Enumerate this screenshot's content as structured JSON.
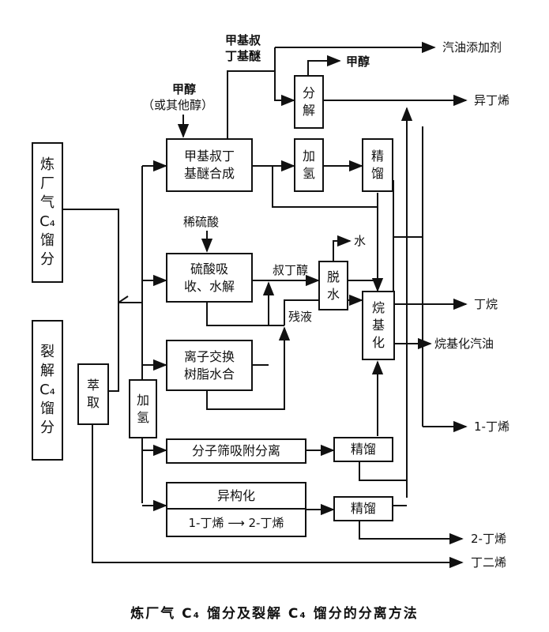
{
  "caption": "炼厂气 C₄ 馏分及裂解 C₄ 馏分的分离方法",
  "boxes": {
    "refinery_gas": "炼厂气C₄馏分",
    "cracking": "裂解C₄馏分",
    "extraction": "萃取",
    "hydrogenation_left": "加氢",
    "mtbe_synthesis_1": "甲基叔丁",
    "mtbe_synthesis_2": "基醚合成",
    "decomposition": "分解",
    "hydrogenation_top": "加氢",
    "rectification_top": "精馏",
    "h2so4_1": "硫酸吸",
    "h2so4_2": "收、水解",
    "dehydration": "脱水",
    "alkylation": "烷基化",
    "ion_exchange_1": "离子交换",
    "ion_exchange_2": "树脂水合",
    "molecular_sieve": "分子筛吸附分离",
    "rectification_mid": "精馏",
    "isomerization": "异构化",
    "isomerization_sub": "1-丁烯 ⟶ 2-丁烯",
    "rectification_bottom": "精馏"
  },
  "labels": {
    "methanol_in": "甲醇",
    "other_alcohol": "（或其他醇）",
    "mtbe_1": "甲基叔",
    "mtbe_2": "丁基醚",
    "methanol_out": "甲醇",
    "dilute_h2so4": "稀硫酸",
    "tba": "叔丁醇",
    "water": "水",
    "residue": "残液"
  },
  "outputs": {
    "gasoline_additive": "汽油添加剂",
    "isobutene": "异丁烯",
    "butane": "丁烷",
    "alkylate_gasoline": "烷基化汽油",
    "butene1": "1-丁烯",
    "butene2": "2-丁烯",
    "butadiene": "丁二烯"
  }
}
